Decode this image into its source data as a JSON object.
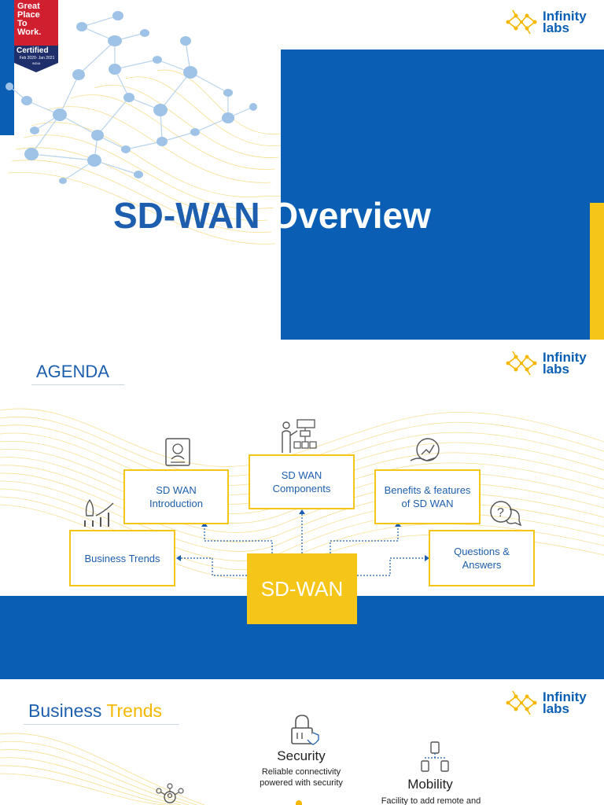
{
  "brand": {
    "logo_line1": "Infinity",
    "logo_line2": "labs",
    "colors": {
      "blue": "#0a5fb4",
      "yellow": "#f5c518",
      "node": "#9ec3e6",
      "title_dark": "#1d5fae"
    }
  },
  "badge": {
    "line1": "Great",
    "line2": "Place",
    "line3": "To",
    "line4": "Work.",
    "certified": "Certified",
    "dates": "Feb 2020- Jan 2021",
    "country": "INDIA"
  },
  "slide1": {
    "title_part1": "SD-WAN",
    "title_part2": "Overview"
  },
  "slide2": {
    "heading": "AGENDA",
    "center": "SD-WAN",
    "items": [
      {
        "line1": "SD WAN",
        "line2": "Introduction",
        "icon": "id-card-icon"
      },
      {
        "line1": "SD WAN",
        "line2": "Components",
        "icon": "presenter-flowchart-icon"
      },
      {
        "line1": "Benefits & features",
        "line2": "of SD WAN",
        "icon": "hand-growth-icon"
      },
      {
        "line1": "Business Trends",
        "line2": "",
        "icon": "rocket-chart-icon"
      },
      {
        "line1": "Questions &",
        "line2": "Answers",
        "icon": "question-bubbles-icon"
      }
    ]
  },
  "slide3": {
    "heading_part1": "Business",
    "heading_part2": "Trends",
    "security": {
      "title": "Security",
      "line1": "Reliable connectivity",
      "line2": "powered with security",
      "icon": "lock-icon"
    },
    "mobility": {
      "title": "Mobility",
      "line1": "Facility to add remote and",
      "icon": "devices-network-icon"
    },
    "cloud_icon": "users-network-icon"
  }
}
